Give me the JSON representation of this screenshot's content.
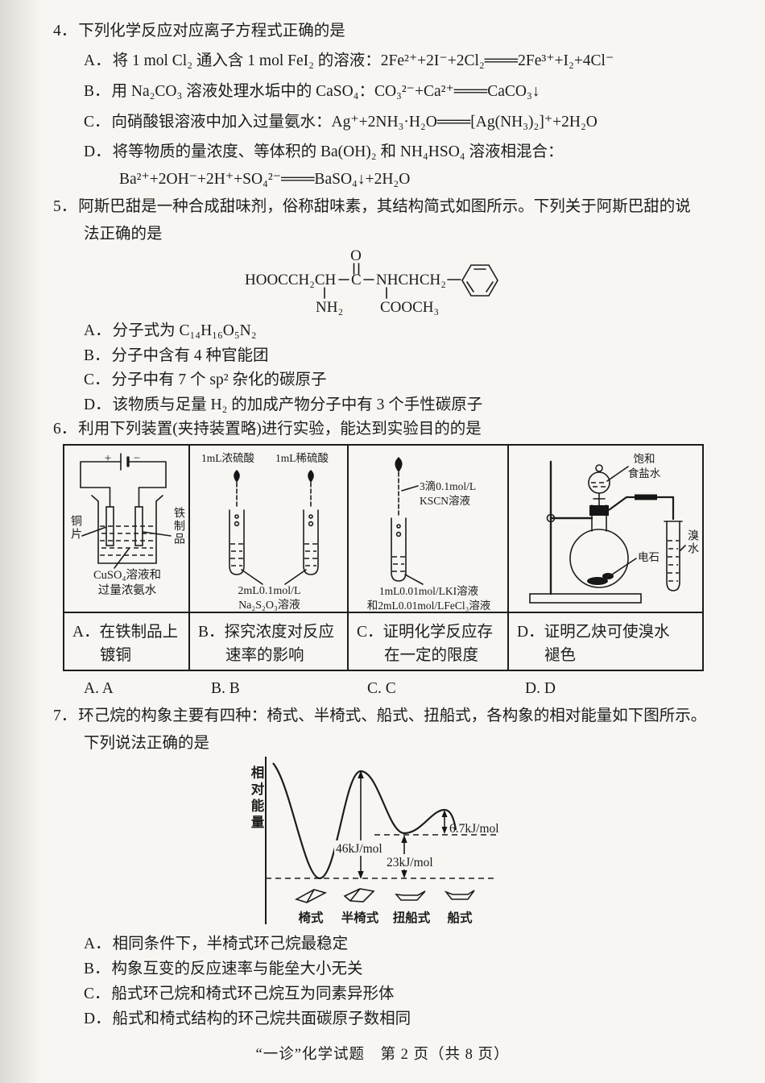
{
  "colors": {
    "ink": "#1c1c1c",
    "paper": "#f7f6f2",
    "table_border": "#1d1d1d"
  },
  "footer": "“一诊”化学试题　第 2 页（共 8 页）",
  "q4": {
    "number": "4．",
    "stem": "下列化学反应对应离子方程式正确的是",
    "options": [
      {
        "label": "A．",
        "text": "将 1 mol Cl₂ 通入含 1 mol FeI₂ 的溶液：2Fe²⁺+2I⁻+2Cl₂═══2Fe³⁺+I₂+4Cl⁻"
      },
      {
        "label": "B．",
        "text": "用 Na₂CO₃ 溶液处理水垢中的 CaSO₄：CO₃²⁻+Ca²⁺═══CaCO₃↓"
      },
      {
        "label": "C．",
        "text": "向硝酸银溶液中加入过量氨水：Ag⁺+2NH₃·H₂O═══[Ag(NH₃)₂]⁺+2H₂O"
      },
      {
        "label": "D．",
        "text": "将等物质的量浓度、等体积的 Ba(OH)₂ 和 NH₄HSO₄ 溶液相混合："
      }
    ],
    "d_equation": "Ba²⁺+2OH⁻+2H⁺+SO₄²⁻═══BaSO₄↓+2H₂O"
  },
  "q5": {
    "number": "5．",
    "stem_line1": "阿斯巴甜是一种合成甜味剂，俗称甜味素，其结构简式如图所示。下列关于阿斯巴甜的说",
    "stem_line2": "法正确的是",
    "structure": {
      "left_chain": "HOOCCH₂CH",
      "carbonyl_c": "C",
      "carbonyl_o": "O",
      "right_chain": "NHCHCH₂",
      "amino": "NH₂",
      "ester": "COOCH₃"
    },
    "options": [
      {
        "label": "A．",
        "text": "分子式为 C₁₄H₁₆O₅N₂"
      },
      {
        "label": "B．",
        "text": "分子中含有 4 种官能团"
      },
      {
        "label": "C．",
        "text": "分子中有 7 个 sp² 杂化的碳原子"
      },
      {
        "label": "D．",
        "text": "该物质与足量 H₂ 的加成产物分子中有 3 个手性碳原子"
      }
    ]
  },
  "q6": {
    "number": "6．",
    "stem": "利用下列装置(夹持装置略)进行实验，能达到实验目的的是",
    "apparatus": {
      "a": {
        "plus": "+",
        "minus": "−",
        "electrode_left": "铜片",
        "electrode_right": "铁制品",
        "solution_line1": "CuSO₄溶液和",
        "solution_line2": "过量浓氨水"
      },
      "b": {
        "dropper_left": "1mL浓硫酸",
        "dropper_right": "1mL稀硫酸",
        "solution_line1": "2mL0.1mol/L",
        "solution_line2": "Na₂S₂O₃溶液"
      },
      "c": {
        "dropper_line1": "3滴0.1mol/L",
        "dropper_line2": "KSCN溶液",
        "solution_line1": "1mL0.01mol/LKI溶液",
        "solution_line2": "和2mL0.01mol/LFeCl₃溶液"
      },
      "d": {
        "funnel_line1": "饱和",
        "funnel_line2": "食盐水",
        "carbide": "电石",
        "bromine": "溴水"
      }
    },
    "captions": [
      {
        "line1": "A．在铁制品上",
        "line2": "镀铜"
      },
      {
        "line1": "B．探究浓度对反应",
        "line2": "速率的影响"
      },
      {
        "line1": "C．证明化学反应存",
        "line2": "在一定的限度"
      },
      {
        "line1": "D．证明乙炔可使溴水",
        "line2": "褪色"
      }
    ],
    "answers": [
      "A. A",
      "B. B",
      "C. C",
      "D. D"
    ]
  },
  "q7": {
    "number": "7．",
    "stem_line1": "环己烷的构象主要有四种：椅式、半椅式、船式、扭船式，各构象的相对能量如下图所示。",
    "stem_line2": "下列说法正确的是",
    "options": [
      {
        "label": "A．",
        "text": "相同条件下，半椅式环己烷最稳定"
      },
      {
        "label": "B．",
        "text": "构象互变的反应速率与能垒大小无关"
      },
      {
        "label": "C．",
        "text": "船式环己烷和椅式环己烷互为同素异形体"
      },
      {
        "label": "D．",
        "text": "船式和椅式结构的环己烷共面碳原子数相同"
      }
    ],
    "chart_data": {
      "type": "line",
      "ylabel": "相对能量",
      "categories": [
        "椅式",
        "半椅式",
        "扭船式",
        "船式"
      ],
      "relative_energy_kJ_mol": [
        0,
        46,
        23,
        29.7
      ],
      "annotations": [
        "46kJ/mol",
        "23kJ/mol",
        "6.7kJ/mol"
      ],
      "grid": false,
      "legend": "none"
    }
  }
}
